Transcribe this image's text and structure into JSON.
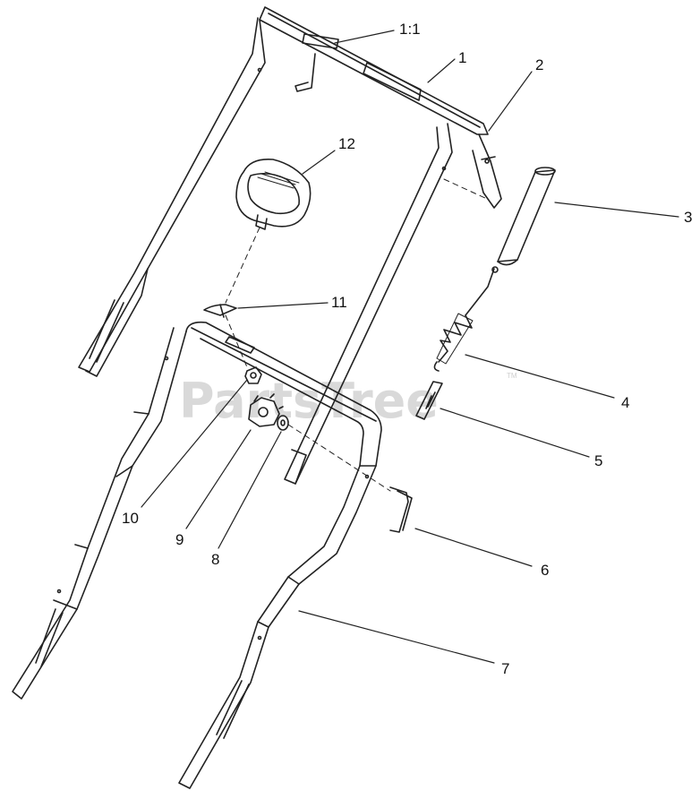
{
  "watermark": "PartsTree",
  "watermark_tm": "TM",
  "callouts": [
    {
      "id": "c-1-1",
      "text": "1:1"
    },
    {
      "id": "c-1",
      "text": "1"
    },
    {
      "id": "c-2",
      "text": "2"
    },
    {
      "id": "c-12",
      "text": "12"
    },
    {
      "id": "c-3",
      "text": "3"
    },
    {
      "id": "c-11",
      "text": "11"
    },
    {
      "id": "c-4",
      "text": "4"
    },
    {
      "id": "c-5",
      "text": "5"
    },
    {
      "id": "c-10",
      "text": "10"
    },
    {
      "id": "c-9",
      "text": "9"
    },
    {
      "id": "c-8",
      "text": "8"
    },
    {
      "id": "c-6",
      "text": "6"
    },
    {
      "id": "c-7",
      "text": "7"
    }
  ]
}
